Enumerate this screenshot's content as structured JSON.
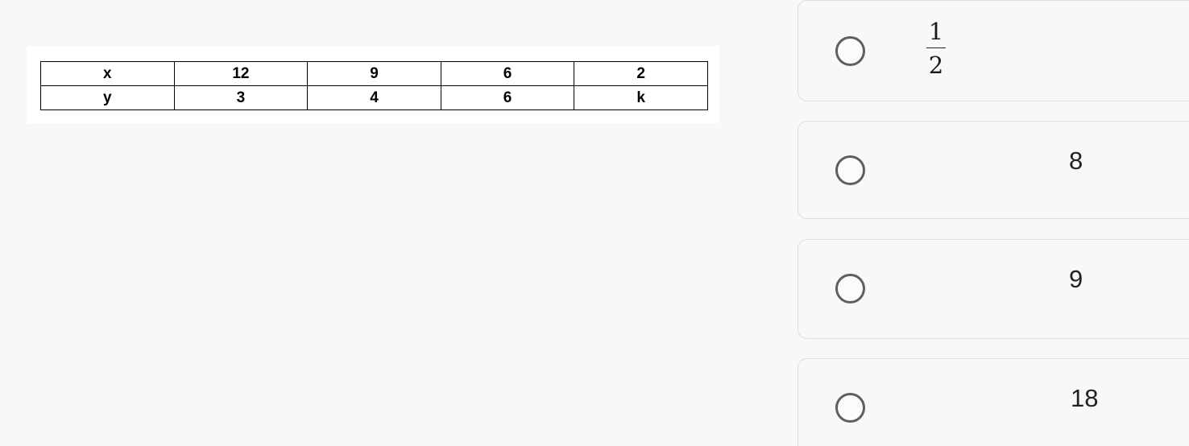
{
  "table": {
    "rows": [
      {
        "label": "x",
        "values": [
          "12",
          "9",
          "6",
          "2"
        ]
      },
      {
        "label": "y",
        "values": [
          "3",
          "4",
          "6",
          "k"
        ]
      }
    ]
  },
  "options": [
    {
      "numerator": "1",
      "denominator": "2"
    },
    {
      "value": "8"
    },
    {
      "value": "9"
    },
    {
      "value": "18"
    }
  ],
  "colors": {
    "page_background": "#f8f8f8",
    "option_border": "#dedede",
    "radio_border": "#5f5f5f"
  },
  "icons": {
    "radio": "radio-unchecked-icon"
  }
}
